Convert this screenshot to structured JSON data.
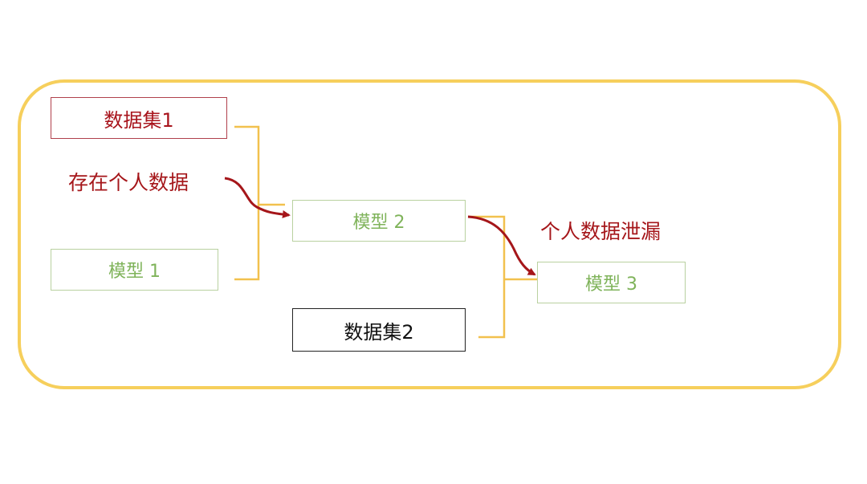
{
  "nodes": {
    "dataset1": "数据集1",
    "model1": "模型 1",
    "model2": "模型 2",
    "model3": "模型 3",
    "dataset2": "数据集2"
  },
  "annotations": {
    "personal_data": "存在个人数据",
    "data_leak": "个人数据泄漏"
  },
  "colors": {
    "frame": "#f6cf5c",
    "connector": "#f2c14e",
    "arrow": "#a5161a",
    "model_text": "#7fb35a"
  }
}
